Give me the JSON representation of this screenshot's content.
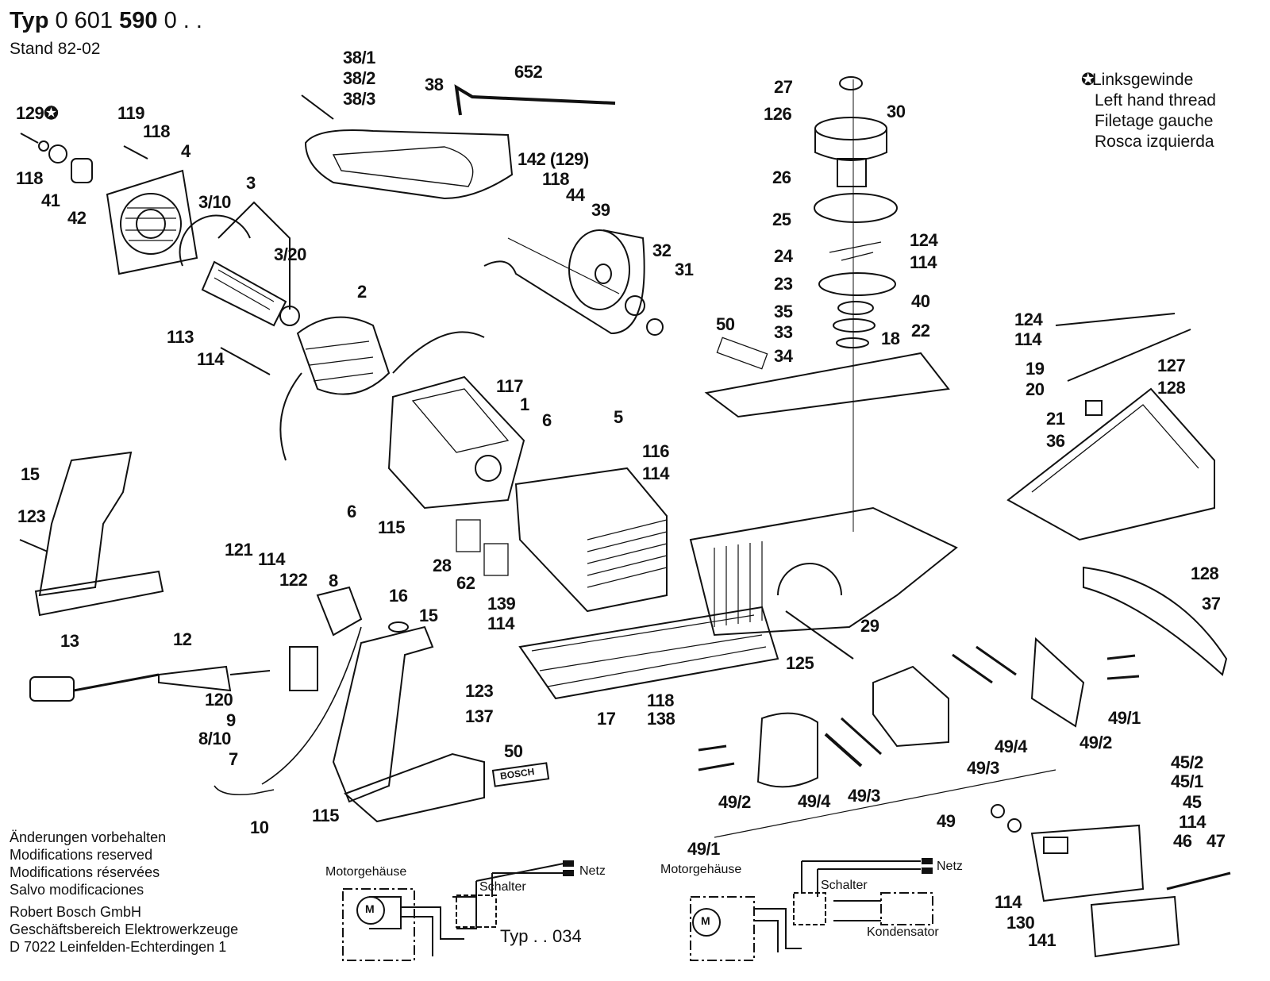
{
  "header": {
    "typ_label": "Typ",
    "typ_number_a": "0 601",
    "typ_number_b": "590",
    "typ_number_c": "0 . .",
    "stand": "Stand 82-02"
  },
  "legend": {
    "symbol": "left-hand-thread-star",
    "lines": [
      "Linksgewinde",
      "Left hand thread",
      "Filetage gauche",
      "Rosca izquierda"
    ]
  },
  "footer": {
    "notice": [
      "Änderungen vorbehalten",
      "Modifications reserved",
      "Modifications réservées",
      "Salvo modificaciones"
    ],
    "company": [
      "Robert Bosch GmbH",
      "Geschäftsbereich Elektrowerkzeuge",
      "D 7022 Leinfelden-Echterdingen 1"
    ]
  },
  "wiring": [
    {
      "motor_housing": "Motorgehäuse",
      "motor": "M",
      "switch": "Schalter",
      "mains": "Netz",
      "type_note": "Typ . . 034"
    },
    {
      "motor_housing": "Motorgehäuse",
      "motor": "M",
      "switch": "Schalter",
      "mains": "Netz",
      "capacitor": "Kondensator"
    }
  ],
  "parts": [
    "129✪",
    "119",
    "118",
    "118",
    "4",
    "41",
    "42",
    "3",
    "3/10",
    "3/20",
    "113",
    "114",
    "2",
    "38/1",
    "38/2",
    "38/3",
    "38",
    "652",
    "142 (129)",
    "118",
    "44",
    "39",
    "32",
    "31",
    "27",
    "126",
    "30",
    "26",
    "25",
    "24",
    "124",
    "114",
    "23",
    "40",
    "35",
    "33",
    "34",
    "18",
    "22",
    "50",
    "124",
    "114",
    "19",
    "20",
    "127",
    "128",
    "21",
    "36",
    "128",
    "37",
    "29",
    "117",
    "1",
    "6",
    "5",
    "116",
    "114",
    "6",
    "115",
    "28",
    "62",
    "139",
    "114",
    "17",
    "125",
    "118",
    "138",
    "15",
    "123",
    "13",
    "12",
    "121",
    "114",
    "122",
    "8",
    "16",
    "15",
    "120",
    "9",
    "8/10",
    "7",
    "123",
    "137",
    "50",
    "115",
    "10",
    "49/1",
    "49/2",
    "49/4",
    "49/3",
    "49",
    "49/3",
    "49/4",
    "49/2",
    "49/1",
    "45/2",
    "45/1",
    "45",
    "114",
    "46",
    "47",
    "114",
    "130",
    "141"
  ],
  "badge_text": "BOSCH"
}
